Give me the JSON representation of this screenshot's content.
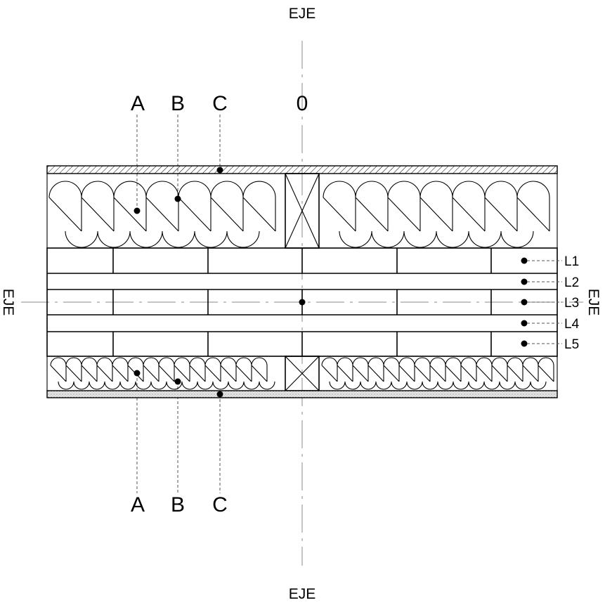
{
  "axis_label": "EJE",
  "sections": {
    "top": [
      "A",
      "B",
      "C"
    ],
    "bottom": [
      "A",
      "B",
      "C"
    ],
    "origin": "0"
  },
  "layers": [
    "L1",
    "L2",
    "L3",
    "L4",
    "L5"
  ]
}
